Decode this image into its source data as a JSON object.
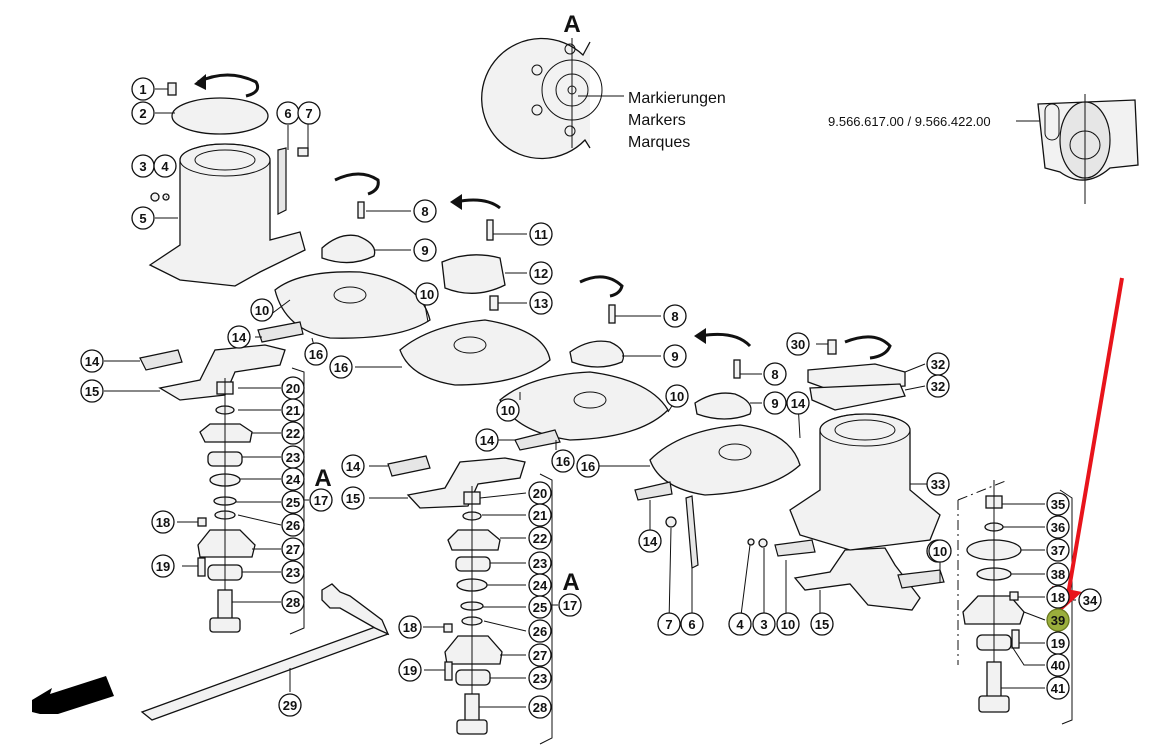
{
  "diagram": {
    "type": "exploded-parts-diagram",
    "detail_view": {
      "letter": "A",
      "labels": [
        "Markierungen",
        "Markers",
        "Marques"
      ]
    },
    "part_numbers_label": "9.566.617.00 / 9.566.422.00",
    "section_marks": {
      "left": "A",
      "middle": "A"
    },
    "highlight": {
      "callout": "39",
      "color": "#9aae3c",
      "arrow_color": "#e8141b"
    },
    "callouts": [
      {
        "id": "c1",
        "n": "1"
      },
      {
        "id": "c2",
        "n": "2"
      },
      {
        "id": "c3a",
        "n": "3"
      },
      {
        "id": "c4a",
        "n": "4"
      },
      {
        "id": "c5",
        "n": "5"
      },
      {
        "id": "c6a",
        "n": "6"
      },
      {
        "id": "c7a",
        "n": "7"
      },
      {
        "id": "c8a",
        "n": "8"
      },
      {
        "id": "c9a",
        "n": "9"
      },
      {
        "id": "c10a",
        "n": "10"
      },
      {
        "id": "c10b",
        "n": "10"
      },
      {
        "id": "c11",
        "n": "11"
      },
      {
        "id": "c12",
        "n": "12"
      },
      {
        "id": "c13",
        "n": "13"
      },
      {
        "id": "c14a",
        "n": "14"
      },
      {
        "id": "c14b",
        "n": "14"
      },
      {
        "id": "c15a",
        "n": "15"
      },
      {
        "id": "c16a",
        "n": "16"
      },
      {
        "id": "c16b",
        "n": "16"
      },
      {
        "id": "c20a",
        "n": "20"
      },
      {
        "id": "c21a",
        "n": "21"
      },
      {
        "id": "c22a",
        "n": "22"
      },
      {
        "id": "c23a",
        "n": "23"
      },
      {
        "id": "c24a",
        "n": "24"
      },
      {
        "id": "c25a",
        "n": "25"
      },
      {
        "id": "c17a",
        "n": "17"
      },
      {
        "id": "c26a",
        "n": "26"
      },
      {
        "id": "c18a",
        "n": "18"
      },
      {
        "id": "c27a",
        "n": "27"
      },
      {
        "id": "c19a",
        "n": "19"
      },
      {
        "id": "c23b",
        "n": "23"
      },
      {
        "id": "c28a",
        "n": "28"
      },
      {
        "id": "c29",
        "n": "29"
      },
      {
        "id": "c8b",
        "n": "8"
      },
      {
        "id": "c9b",
        "n": "9"
      },
      {
        "id": "c10c",
        "n": "10"
      },
      {
        "id": "c10d",
        "n": "10"
      },
      {
        "id": "c14c",
        "n": "14"
      },
      {
        "id": "c14d",
        "n": "14"
      },
      {
        "id": "c15b",
        "n": "15"
      },
      {
        "id": "c16c",
        "n": "16"
      },
      {
        "id": "c16d",
        "n": "16"
      },
      {
        "id": "c20b",
        "n": "20"
      },
      {
        "id": "c21b",
        "n": "21"
      },
      {
        "id": "c22b",
        "n": "22"
      },
      {
        "id": "c23c",
        "n": "23"
      },
      {
        "id": "c24b",
        "n": "24"
      },
      {
        "id": "c25b",
        "n": "25"
      },
      {
        "id": "c17b",
        "n": "17"
      },
      {
        "id": "c26b",
        "n": "26"
      },
      {
        "id": "c18b",
        "n": "18"
      },
      {
        "id": "c27b",
        "n": "27"
      },
      {
        "id": "c19b",
        "n": "19"
      },
      {
        "id": "c23d",
        "n": "23"
      },
      {
        "id": "c28b",
        "n": "28"
      },
      {
        "id": "c8c",
        "n": "8"
      },
      {
        "id": "c9c",
        "n": "9"
      },
      {
        "id": "c14e",
        "n": "14"
      },
      {
        "id": "c10e",
        "n": "10"
      },
      {
        "id": "c30",
        "n": "30"
      },
      {
        "id": "c32a",
        "n": "32"
      },
      {
        "id": "c32b",
        "n": "32"
      },
      {
        "id": "c33",
        "n": "33"
      },
      {
        "id": "c14f",
        "n": "14"
      },
      {
        "id": "c7b",
        "n": "7"
      },
      {
        "id": "c6b",
        "n": "6"
      },
      {
        "id": "c4b",
        "n": "4"
      },
      {
        "id": "c3b",
        "n": "3"
      },
      {
        "id": "c10f",
        "n": "10"
      },
      {
        "id": "c15c",
        "n": "15"
      },
      {
        "id": "c10g",
        "n": "10"
      },
      {
        "id": "c35",
        "n": "35"
      },
      {
        "id": "c36",
        "n": "36"
      },
      {
        "id": "c37",
        "n": "37"
      },
      {
        "id": "c38",
        "n": "38"
      },
      {
        "id": "c18c",
        "n": "18"
      },
      {
        "id": "c34",
        "n": "34"
      },
      {
        "id": "c39",
        "n": "39"
      },
      {
        "id": "c19c",
        "n": "19"
      },
      {
        "id": "c40",
        "n": "40"
      },
      {
        "id": "c41",
        "n": "41"
      }
    ]
  }
}
